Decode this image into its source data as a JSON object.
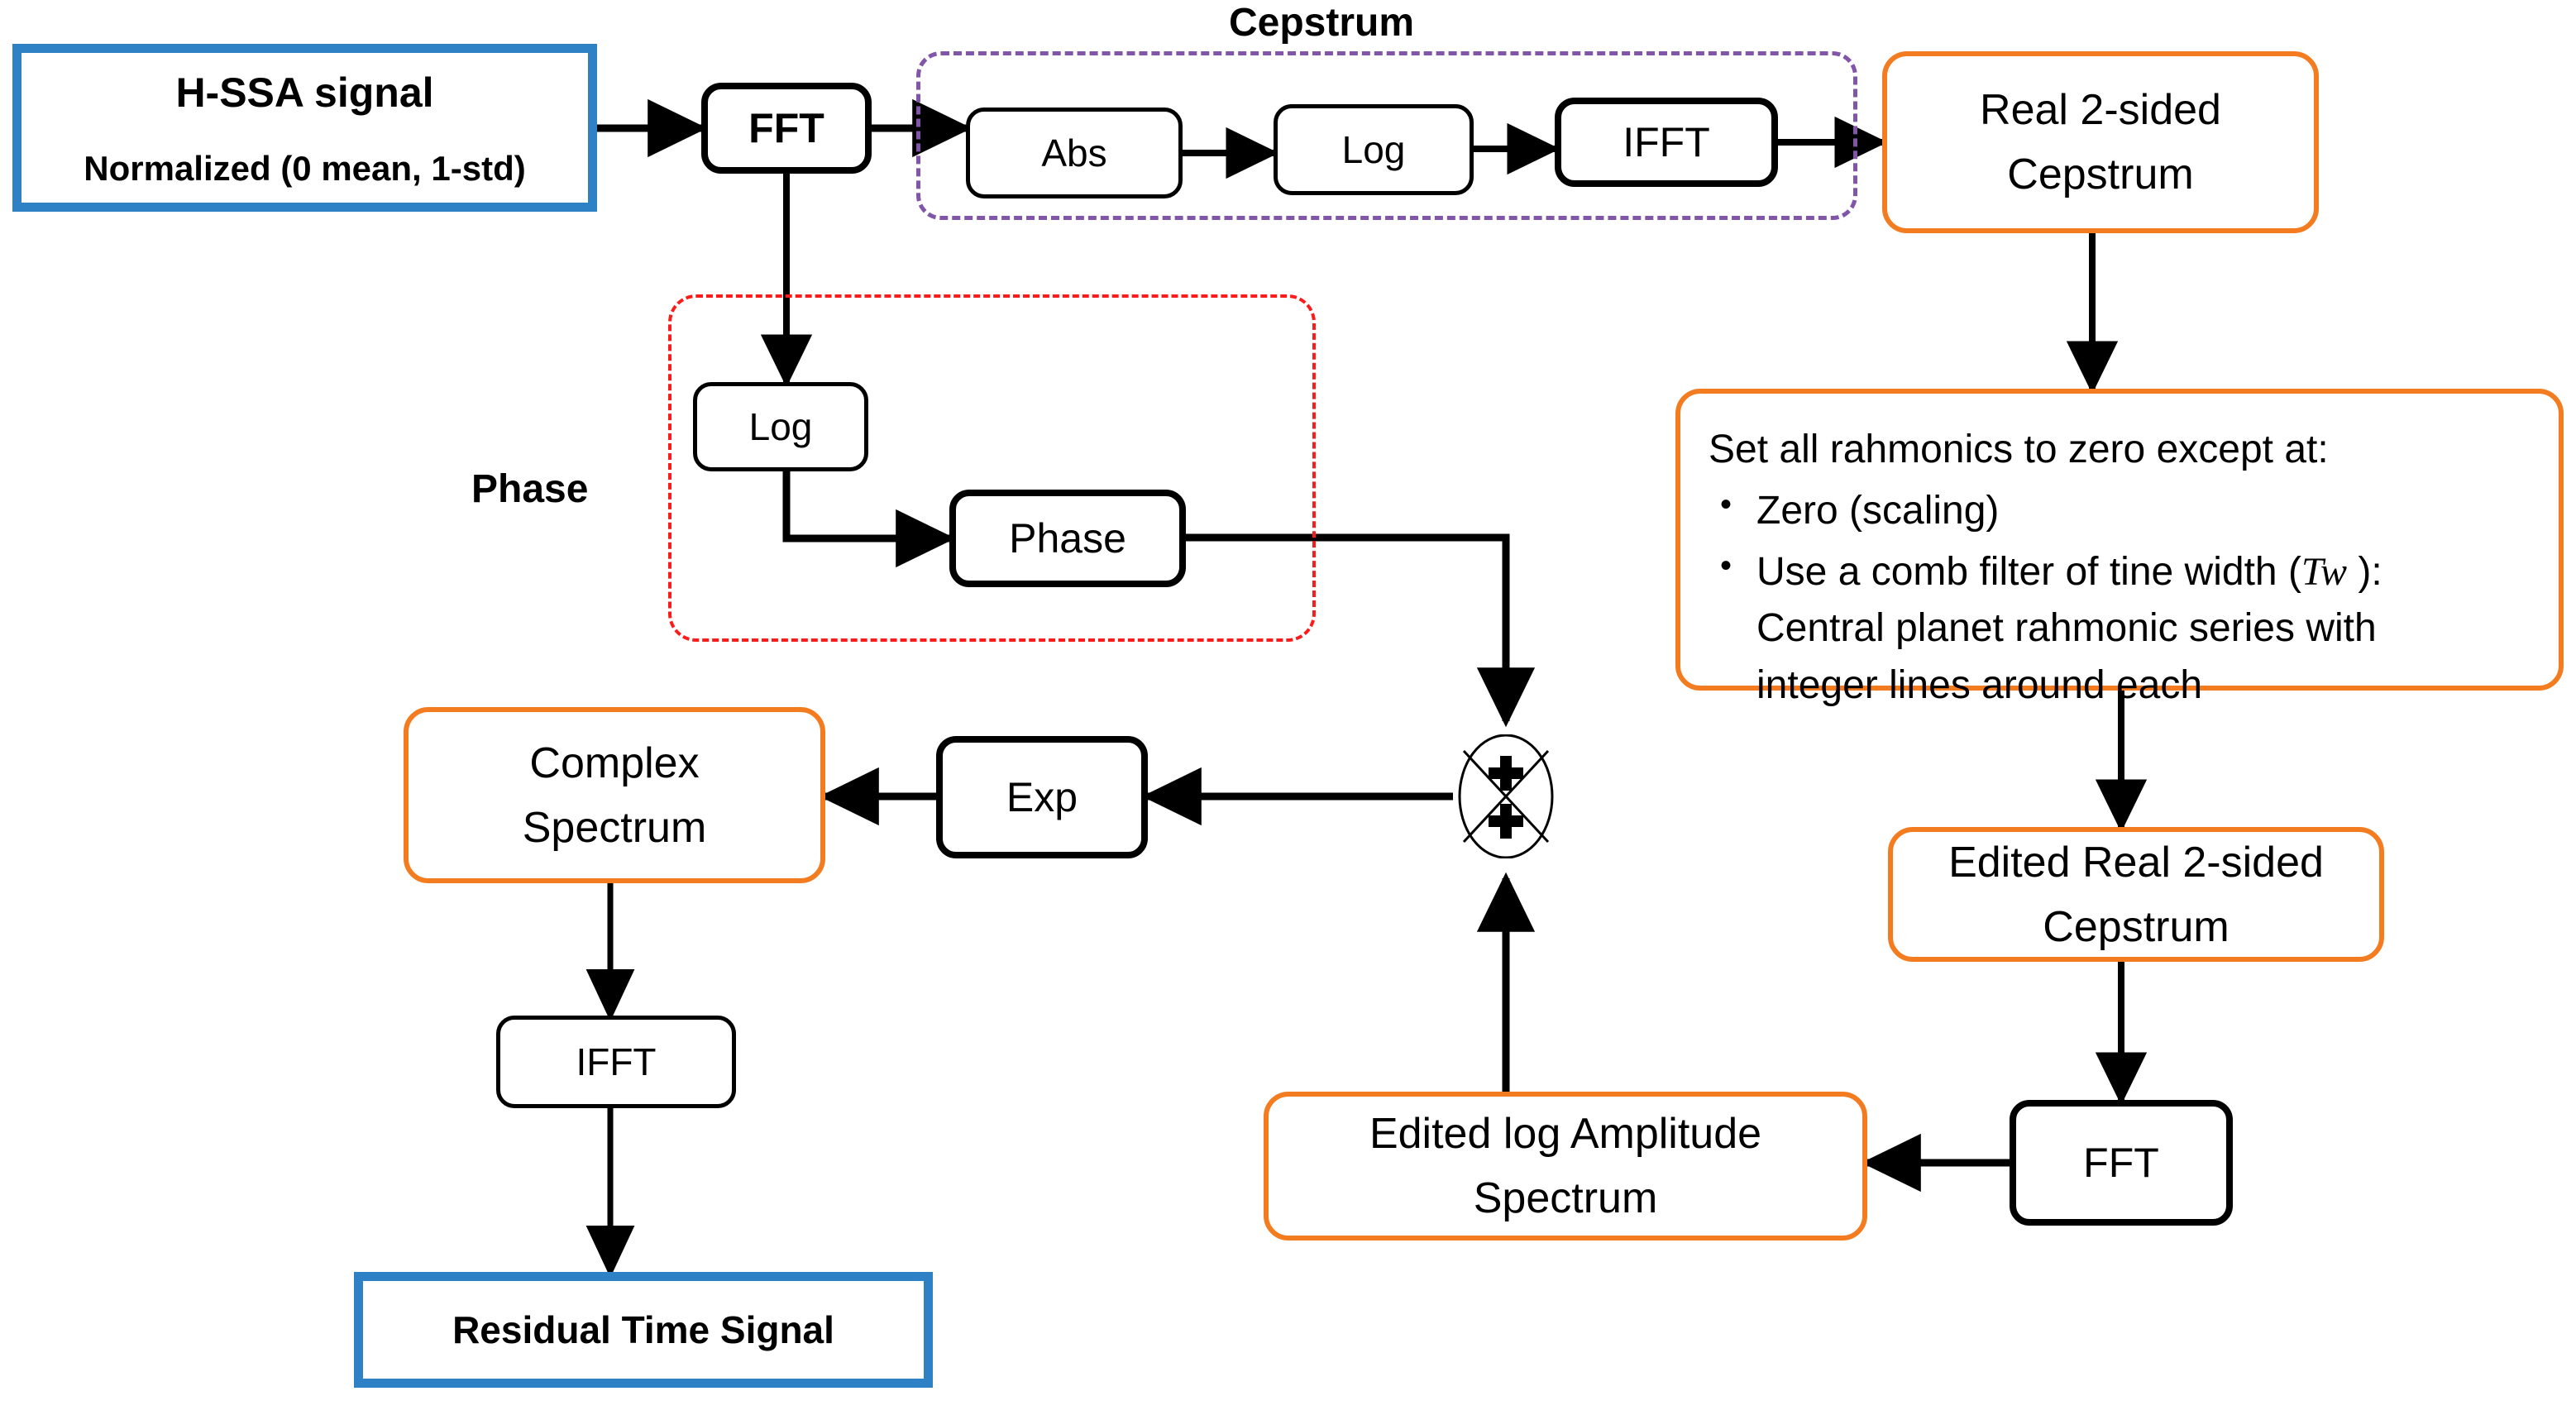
{
  "diagram": {
    "title": "Cepstrum-based residual signal extraction flowchart",
    "colors": {
      "terminal_border": "#2E81C4",
      "data_border": "#F47C20",
      "cepstrum_group_border": "#8156A8",
      "phase_group_border": "#FB1B1B",
      "wire": "#000000",
      "background": "#FFFFFF"
    }
  },
  "groups": {
    "cepstrum": {
      "label": "Cepstrum"
    },
    "phase": {
      "label": "Phase"
    }
  },
  "nodes": {
    "input_signal": {
      "line1": "H-SSA signal",
      "line2": "Normalized (0 mean, 1-std)"
    },
    "fft_main": {
      "label": "FFT"
    },
    "abs": {
      "label": "Abs"
    },
    "log_cepstrum": {
      "label": "Log"
    },
    "ifft_cepstrum": {
      "label": "IFFT"
    },
    "real_2sided_cepstrum": {
      "label": "Real 2-sided\nCepstrum"
    },
    "log_phase": {
      "label": "Log"
    },
    "phase": {
      "label": "Phase"
    },
    "rahmonics": {
      "heading": "Set all rahmonics to zero except at:",
      "bullets": [
        "Zero (scaling)",
        "Use a comb filter of tine width (Tw ): Central planet rahmonic series with integer lines around each"
      ],
      "bullet2_prefix": "Use a comb filter of tine width (",
      "bullet2_var": "Tw",
      "bullet2_suffix": " ):",
      "bullet2_line2": "Central planet rahmonic series with",
      "bullet2_line3": "integer lines around each"
    },
    "edited_real_2sided_cepstrum": {
      "label": "Edited Real 2-sided\nCepstrum"
    },
    "fft_edited": {
      "label": "FFT"
    },
    "edited_log_amplitude_spectrum": {
      "label": "Edited log Amplitude\nSpectrum"
    },
    "sum_junction": {
      "operator_top": "+",
      "operator_bottom": "+",
      "name": "summing-junction"
    },
    "exp": {
      "label": "Exp"
    },
    "complex_spectrum": {
      "label": "Complex\nSpectrum"
    },
    "ifft_output": {
      "label": "IFFT"
    },
    "residual_time_signal": {
      "label": "Residual Time Signal"
    }
  }
}
